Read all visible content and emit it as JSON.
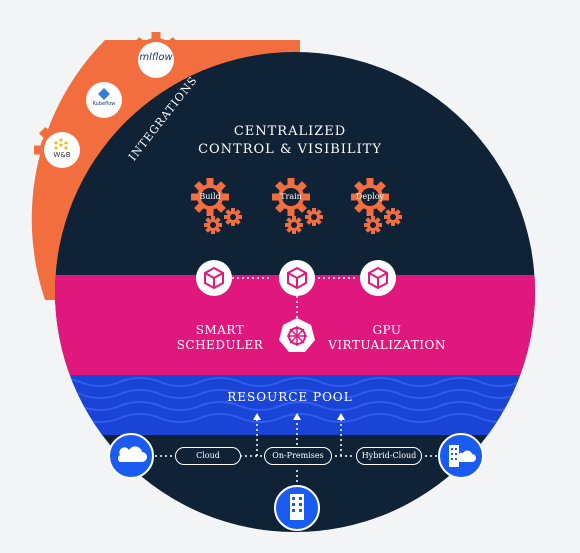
{
  "integrations": {
    "label": "INTEGRATIONS",
    "tools": [
      {
        "name": "mlflow"
      },
      {
        "name": "Kubeflow"
      },
      {
        "name": "W&B"
      }
    ]
  },
  "header": {
    "line1": "CENTRALIZED",
    "line2": "CONTROL & VISIBILITY"
  },
  "stages": [
    "Build",
    "Train",
    "Deploy"
  ],
  "middle": {
    "left_line1": "SMART",
    "left_line2": "SCHEDULER",
    "right_line1": "GPU",
    "right_line2": "VIRTUALIZATION"
  },
  "resource_pool": "RESOURCE POOL",
  "sources": [
    "Cloud",
    "On-Premises",
    "Hybrid-Cloud"
  ],
  "colors": {
    "navy": "#0f2236",
    "orange": "#f26e3f",
    "magenta": "#e0187e",
    "blue": "#1a44d6",
    "bright_blue": "#1b5cf0"
  },
  "icons": [
    "cloud-icon",
    "building-icon",
    "hybrid-cloud-icon",
    "kubernetes-icon",
    "cube-icon",
    "gear-icon"
  ]
}
